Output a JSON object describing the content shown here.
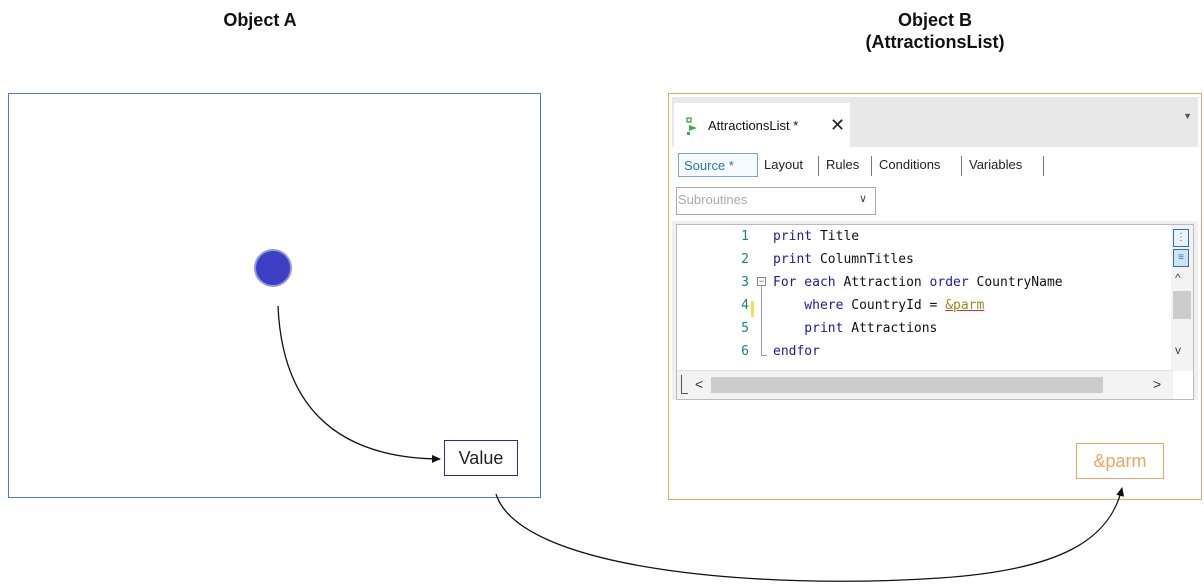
{
  "titles": {
    "object_a": "Object A",
    "object_b_line1": "Object B",
    "object_b_line2": "(AttractionsList)"
  },
  "object_a": {
    "value_label": "Value"
  },
  "object_b": {
    "parm_label": "&parm"
  },
  "ide": {
    "tab_label": "AttractionsList *",
    "close_glyph": "✕",
    "menu_glyph": "▼",
    "subtabs": [
      "Source *",
      "Layout",
      "Rules",
      "Conditions",
      "Variables"
    ],
    "dropdown_text": "Subroutines",
    "dropdown_chevron": "∨",
    "line_numbers": [
      "1",
      "2",
      "3",
      "4",
      "5",
      "6"
    ],
    "code": [
      {
        "a": "print",
        "b": " Title"
      },
      {
        "a": "print",
        "b": " ColumnTitles"
      },
      {
        "a": "For each",
        "b": " Attraction ",
        "c": "order",
        "d": " CountryName"
      },
      {
        "a": "    where",
        "b": " CountryId = ",
        "c": "&parm"
      },
      {
        "a": "    print",
        "b": " Attractions"
      },
      {
        "a": "endfor"
      }
    ]
  },
  "colors": {
    "panel_a_border": "#4a7bd0",
    "panel_b_border": "#f0a560",
    "dot_fill": "#3b3fc4",
    "keyword": "#1a1aa6",
    "param": "#9a8a1a"
  }
}
